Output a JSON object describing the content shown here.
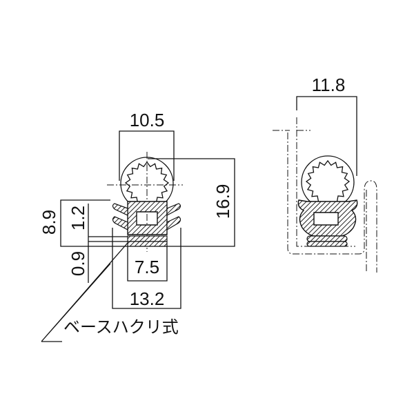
{
  "left_profile": {
    "dimensions": {
      "bulb_width": "10.5",
      "total_height": "16.9",
      "base_height": "8.9",
      "layer_top": "1.2",
      "layer_bottom": "0.9",
      "base_width": "7.5",
      "fin_width": "13.2"
    },
    "label": "ベースハクリ式"
  },
  "right_profile": {
    "dimensions": {
      "installed_width": "11.8"
    }
  },
  "colors": {
    "line": "#111111",
    "background": "#ffffff"
  }
}
